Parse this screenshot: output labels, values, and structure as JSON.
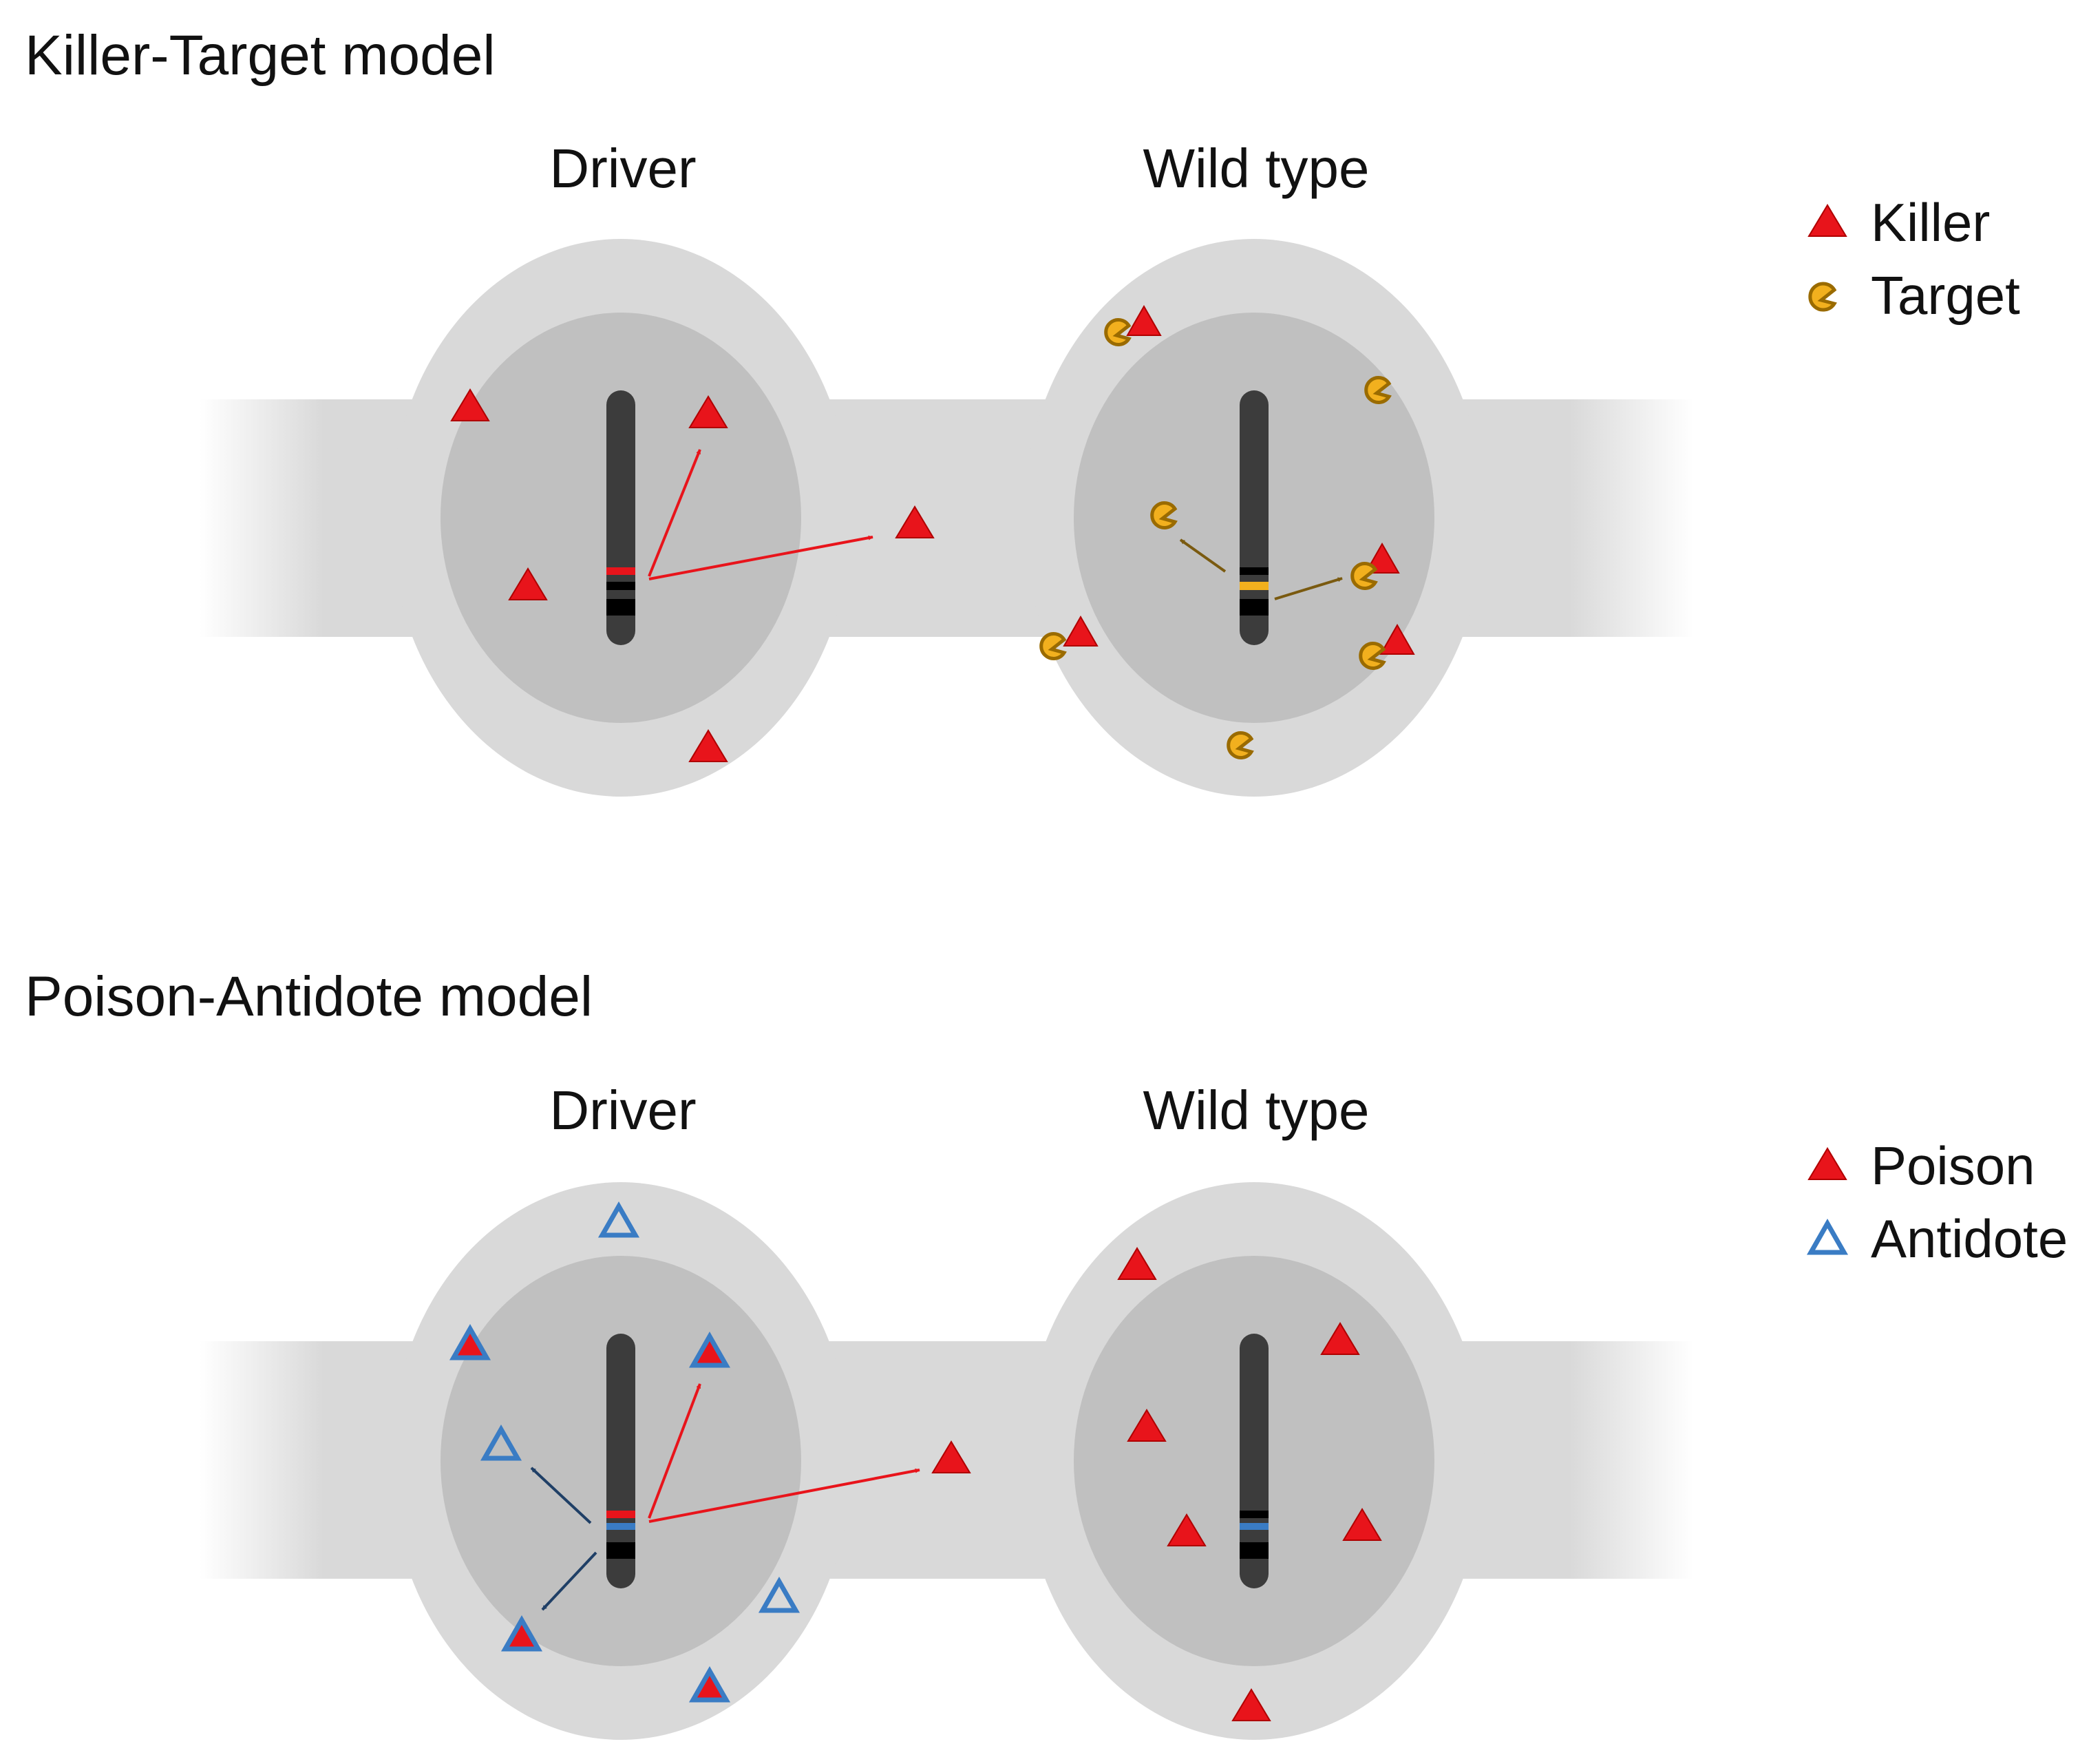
{
  "panels": [
    {
      "title": "Killer-Target model",
      "left_cell_label": "Driver",
      "right_cell_label": "Wild type",
      "legend": [
        {
          "label": "Killer",
          "symbol": "filled-red-triangle"
        },
        {
          "label": "Target",
          "symbol": "yellow-pacman"
        }
      ]
    },
    {
      "title": "Poison-Antidote model",
      "left_cell_label": "Driver",
      "right_cell_label": "Wild type",
      "legend": [
        {
          "label": "Poison",
          "symbol": "filled-red-triangle"
        },
        {
          "label": "Antidote",
          "symbol": "open-blue-triangle"
        }
      ]
    }
  ],
  "colors": {
    "killer_poison": "#e8141b",
    "target": "#f2b01e",
    "target_outline": "#9a6b00",
    "antidote": "#3a7cc4",
    "chromosome": "#3c3c3c",
    "cell_outer": "#d9d9d9",
    "cell_inner": "#c0c0c0",
    "arrow_brown": "#7a5a10",
    "arrow_navy": "#1f3f66"
  }
}
